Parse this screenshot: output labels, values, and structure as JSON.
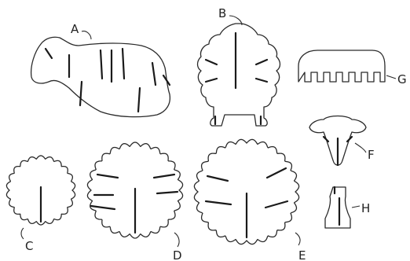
{
  "diagram": {
    "parts": [
      {
        "id": "A",
        "label": "A",
        "shape": "sheep-body"
      },
      {
        "id": "B",
        "label": "B",
        "shape": "sheep-legs-frame"
      },
      {
        "id": "C",
        "label": "C",
        "shape": "small-scalloped-disc"
      },
      {
        "id": "D",
        "label": "D",
        "shape": "large-scalloped-disc"
      },
      {
        "id": "E",
        "label": "E",
        "shape": "large-scalloped-disc"
      },
      {
        "id": "F",
        "label": "F",
        "shape": "sheep-head"
      },
      {
        "id": "G",
        "label": "G",
        "shape": "comb-strip"
      },
      {
        "id": "H",
        "label": "H",
        "shape": "connector-piece"
      }
    ]
  }
}
